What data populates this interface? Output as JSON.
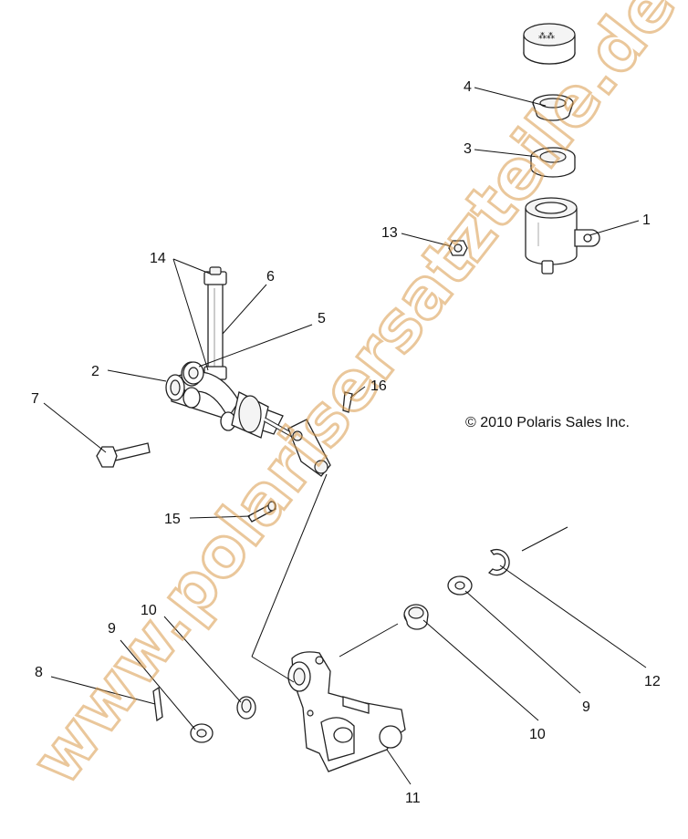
{
  "copyright": "© 2010 Polaris Sales Inc.",
  "watermark": "www.polarisersatzteile.de",
  "labels": {
    "p1": "1",
    "p2": "2",
    "p3": "3",
    "p4": "4",
    "p5": "5",
    "p6": "6",
    "p7": "7",
    "p8": "8",
    "p9a": "9",
    "p9b": "9",
    "p10a": "10",
    "p10b": "10",
    "p11": "11",
    "p12": "12",
    "p13": "13",
    "p14": "14",
    "p15": "15",
    "p16": "16"
  },
  "colors": {
    "watermark": "#d99a4a",
    "line": "#222222"
  }
}
